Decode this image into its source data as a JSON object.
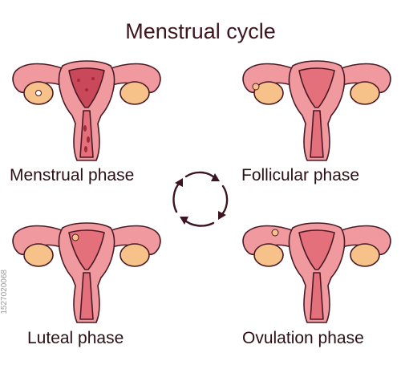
{
  "title": "Menstrual cycle",
  "phases": [
    {
      "label": "Menstrual phase"
    },
    {
      "label": "Follicular phase"
    },
    {
      "label": "Luteal phase"
    },
    {
      "label": "Ovulation phase"
    }
  ],
  "side_mark": "1527020068",
  "colors": {
    "tissue": "#f09aa0",
    "tissue_dark": "#e4707c",
    "inner": "#c9485a",
    "blood": "#a32a3a",
    "ovary": "#f7c28a",
    "outline": "#4a1a24",
    "arrow": "#3d1520"
  },
  "icons": [
    "uterus-illustration",
    "cycle-arrows-icon"
  ]
}
